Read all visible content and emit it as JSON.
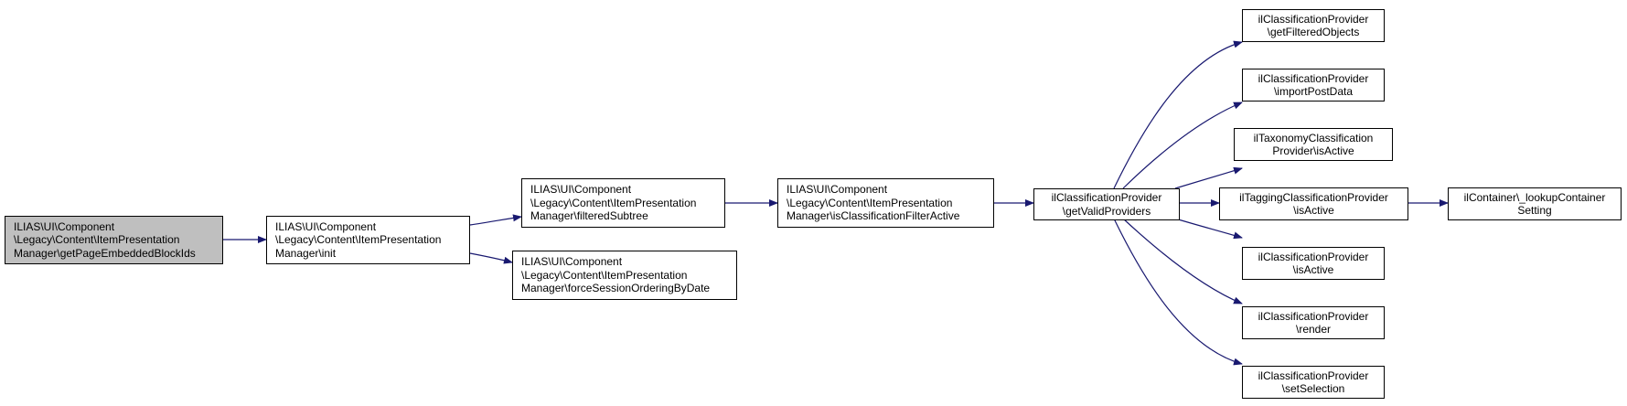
{
  "colors": {
    "edge": "#191970",
    "root_fill": "#bfbfbf",
    "node_fill": "#ffffff",
    "border": "#000000"
  },
  "nodes": {
    "get_page_embedded": [
      "ILIAS\\UI\\Component",
      "\\Legacy\\Content\\ItemPresentation",
      "Manager\\getPageEmbeddedBlockIds"
    ],
    "init": [
      "ILIAS\\UI\\Component",
      "\\Legacy\\Content\\ItemPresentation",
      "Manager\\init"
    ],
    "filtered_subtree": [
      "ILIAS\\UI\\Component",
      "\\Legacy\\Content\\ItemPresentation",
      "Manager\\filteredSubtree"
    ],
    "force_session_ordering": [
      "ILIAS\\UI\\Component",
      "\\Legacy\\Content\\ItemPresentation",
      "Manager\\forceSessionOrderingByDate"
    ],
    "is_classification_filter_active": [
      "ILIAS\\UI\\Component",
      "\\Legacy\\Content\\ItemPresentation",
      "Manager\\isClassificationFilterActive"
    ],
    "get_valid_providers": [
      "ilClassificationProvider",
      "\\getValidProviders"
    ],
    "get_filtered_objects": [
      "ilClassificationProvider",
      "\\getFilteredObjects"
    ],
    "import_post_data": [
      "ilClassificationProvider",
      "\\importPostData"
    ],
    "taxonomy_is_active": [
      "ilTaxonomyClassification",
      "Provider\\isActive"
    ],
    "tagging_is_active": [
      "ilTaggingClassificationProvider",
      "\\isActive"
    ],
    "lookup_container_setting": [
      "ilContainer\\_lookupContainer",
      "Setting"
    ],
    "provider_is_active": [
      "ilClassificationProvider",
      "\\isActive"
    ],
    "render": [
      "ilClassificationProvider",
      "\\render"
    ],
    "set_selection": [
      "ilClassificationProvider",
      "\\setSelection"
    ]
  }
}
